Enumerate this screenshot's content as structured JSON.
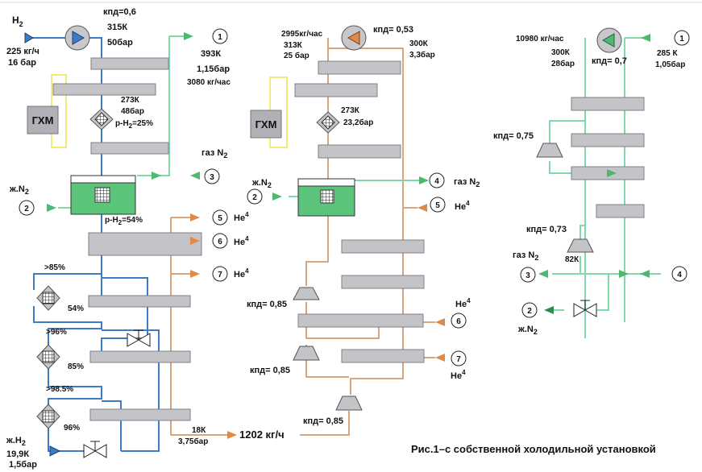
{
  "labels": {
    "kpd_06": "кпд=0,6",
    "t315": "315К",
    "p50": "50бар",
    "h2": "H",
    "h2_sub": "2",
    "flow225": "225 кг/ч",
    "p16": "16 бар",
    "t393": "393К",
    "p115": "1,15бар",
    "flow3080": "3080 кг/час",
    "t273a": "273К",
    "p48": "48бар",
    "ph2_25": "р-H",
    "ph2_25_sub": "2",
    "ph2_25_val": "=25%",
    "gxm1": "ГХМ",
    "gas_n2_3": "газ N",
    "gas_n2_3_sub": "2",
    "zh_n2_left": "ж.N",
    "zh_n2_left_sub": "2",
    "ph2_54": "р-H",
    "ph2_54_sub": "2",
    "ph2_54_val": "=54%",
    "he4_5": "He",
    "he4_5_sup": "4",
    "he4_6": "He",
    "he4_6_sup": "4",
    "he4_7": "He",
    "he4_7_sup": "4",
    "gt85": ">85%",
    "pct54": "54%",
    "gt96": ">96%",
    "pct85": "85%",
    "gt985": ">98.5%",
    "pct96": "96%",
    "zh_h2": "ж.H",
    "zh_h2_sub": "2",
    "t199": "19,9К",
    "p15": "1,5бар",
    "t18": "18К",
    "p375": "3,75бар",
    "flow1202": "1202 кг/ч",
    "flow2995": "2995кг/час",
    "t313": "313К",
    "p25": "25 бар",
    "kpd_053": "кпд= 0,53",
    "t300a": "300К",
    "p33": "3,3бар",
    "t273b": "273К",
    "p232": "23,2бар",
    "gxm2": "ГХМ",
    "zh_n2_mid": "ж.N",
    "zh_n2_mid_sub": "2",
    "gas_n2_4": "газ N",
    "gas_n2_4_sub": "2",
    "he4_5b": "He",
    "he4_5b_sup": "4",
    "kpd_085a": "кпд= 0,85",
    "kpd_085b": "кпд= 0,85",
    "kpd_085c": "кпд= 0,85",
    "he4_6b": "He",
    "he4_6b_sup": "4",
    "he4_7b": "He",
    "he4_7b_sup": "4",
    "flow10980": "10980 кг/час",
    "t300b": "300К",
    "p28": "28бар",
    "kpd_07": "кпд= 0,7",
    "t285": "285 К",
    "p105": "1,05бар",
    "kpd_075": "кпд= 0,75",
    "kpd_073": "кпд= 0,73",
    "gas_n2_r": "газ N",
    "gas_n2_r_sub": "2",
    "t82": "82К",
    "zh_n2_r": "ж.N",
    "zh_n2_r_sub": "2",
    "caption": "Рис.1–с собственной холодильной установкой"
  },
  "nodes": {
    "n1a": "1",
    "n1b": "1",
    "n2a": "2",
    "n2b": "2",
    "n2c": "2",
    "n3a": "3",
    "n3b": "3",
    "n4a": "4",
    "n4b": "4",
    "n5a": "5",
    "n5b": "5",
    "n6a": "6",
    "n6b": "6",
    "n7a": "7",
    "n7b": "7"
  },
  "colors": {
    "hydrogen": "#3d7bc4",
    "nitrogen": "#7fd9a8",
    "helium": "#d8a57c",
    "gxm_loop": "#f0ea7a",
    "heat_exchanger": "#c3c3c8",
    "bath": "#5cc47a",
    "arrow_green": "#4fb870",
    "arrow_orange": "#e08a4a",
    "arrow_blue": "#3d7bc4"
  }
}
